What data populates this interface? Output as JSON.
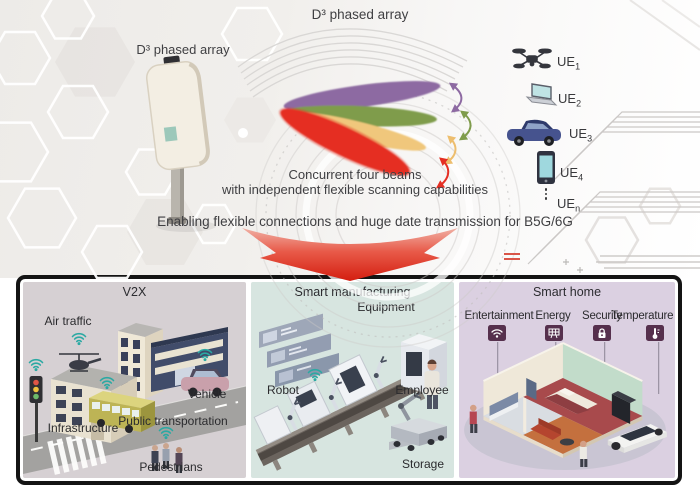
{
  "top": {
    "main_title": "D³ phased array",
    "device_label": "D³ phased array",
    "caption_line1": "Concurrent four beams",
    "caption_line2": "with independent flexible scanning capabilities",
    "banner": "Enabling flexible connections and huge date transmission for B5G/6G",
    "beam_colors": {
      "purple": "#8d6aa2",
      "green": "#7f9c4b",
      "yellow": "#f0c77c",
      "red": "#e52f23"
    },
    "wifi_color": "#2ba9a3",
    "ue_items": [
      {
        "base": "UE",
        "sub": "1",
        "icon": "drone-icon"
      },
      {
        "base": "UE",
        "sub": "2",
        "icon": "laptop-icon"
      },
      {
        "base": "UE",
        "sub": "3",
        "icon": "car-icon"
      },
      {
        "base": "UE",
        "sub": "4",
        "icon": "smartphone-icon"
      },
      {
        "base": "UE",
        "sub": "n",
        "icon": "more-devices-icon"
      }
    ]
  },
  "scenarios": {
    "v2x": {
      "title": "V2X",
      "labels": {
        "air_traffic": "Air traffic",
        "infrastructure": "Infrastructure",
        "public_transportation": "Public transportation",
        "vehicle": "Vehicle",
        "pedestrians": "Pedestrians"
      }
    },
    "manufacturing": {
      "title": "Smart manufacturing",
      "labels": {
        "equipment": "Equipment",
        "robot": "Robot",
        "employee": "Employee",
        "storage": "Storage"
      }
    },
    "home": {
      "title": "Smart home",
      "controls": [
        {
          "label": "Entertainment",
          "icon": "wifi-icon"
        },
        {
          "label": "Energy",
          "icon": "solar-panel-icon"
        },
        {
          "label": "Security",
          "icon": "padlock-icon"
        },
        {
          "label": "Temperature",
          "icon": "thermometer-icon"
        }
      ]
    }
  }
}
